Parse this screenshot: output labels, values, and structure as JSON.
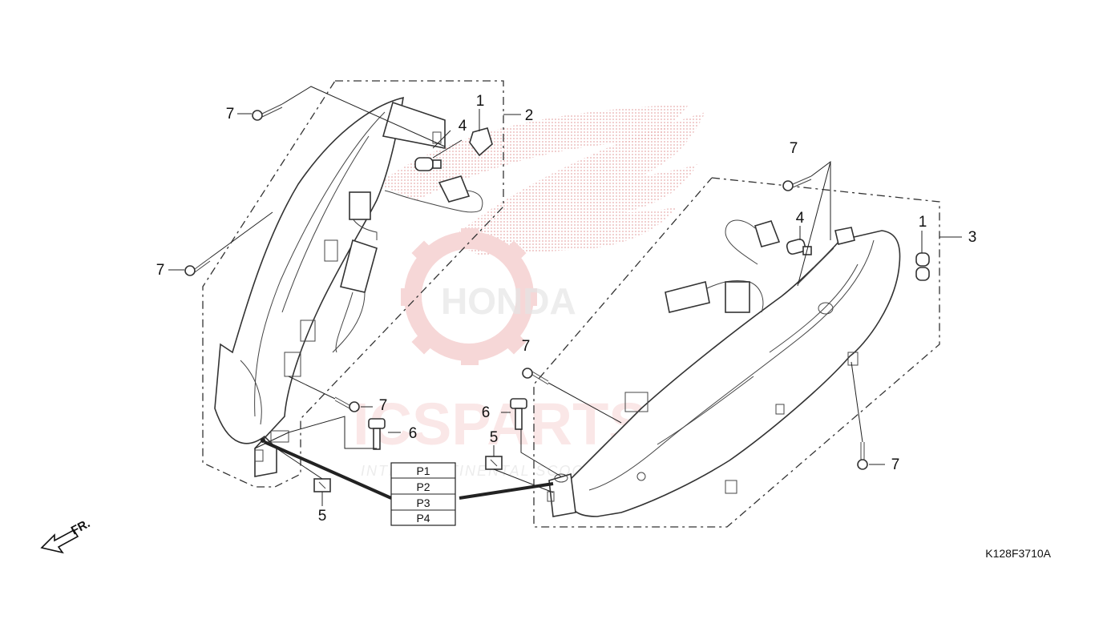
{
  "diagram": {
    "drawing_code": "K128F3710A",
    "front_indicator": "FR.",
    "watermark": {
      "brand": "ICSPARTS",
      "tagline": "INTERCONTINENTAL SCOOTER PARTS",
      "emblem": "HONDA"
    },
    "parts_table": {
      "rows": [
        "P1",
        "P2",
        "P3",
        "P4"
      ]
    },
    "callouts": {
      "c1_left": "1",
      "c2": "2",
      "c3": "3",
      "c4_left": "4",
      "c5_left": "5",
      "c6_left": "6",
      "c7_topleft": "7",
      "c7_midleft": "7",
      "c7_lowcenter": "7",
      "c1_right": "1",
      "c4_right": "4",
      "c5_right": "5",
      "c6_right": "6",
      "c7_topright": "7",
      "c7_center": "7",
      "c7_bottomright": "7"
    },
    "colors": {
      "watermark_red": "#e9a0a0",
      "line": "#333333"
    }
  }
}
